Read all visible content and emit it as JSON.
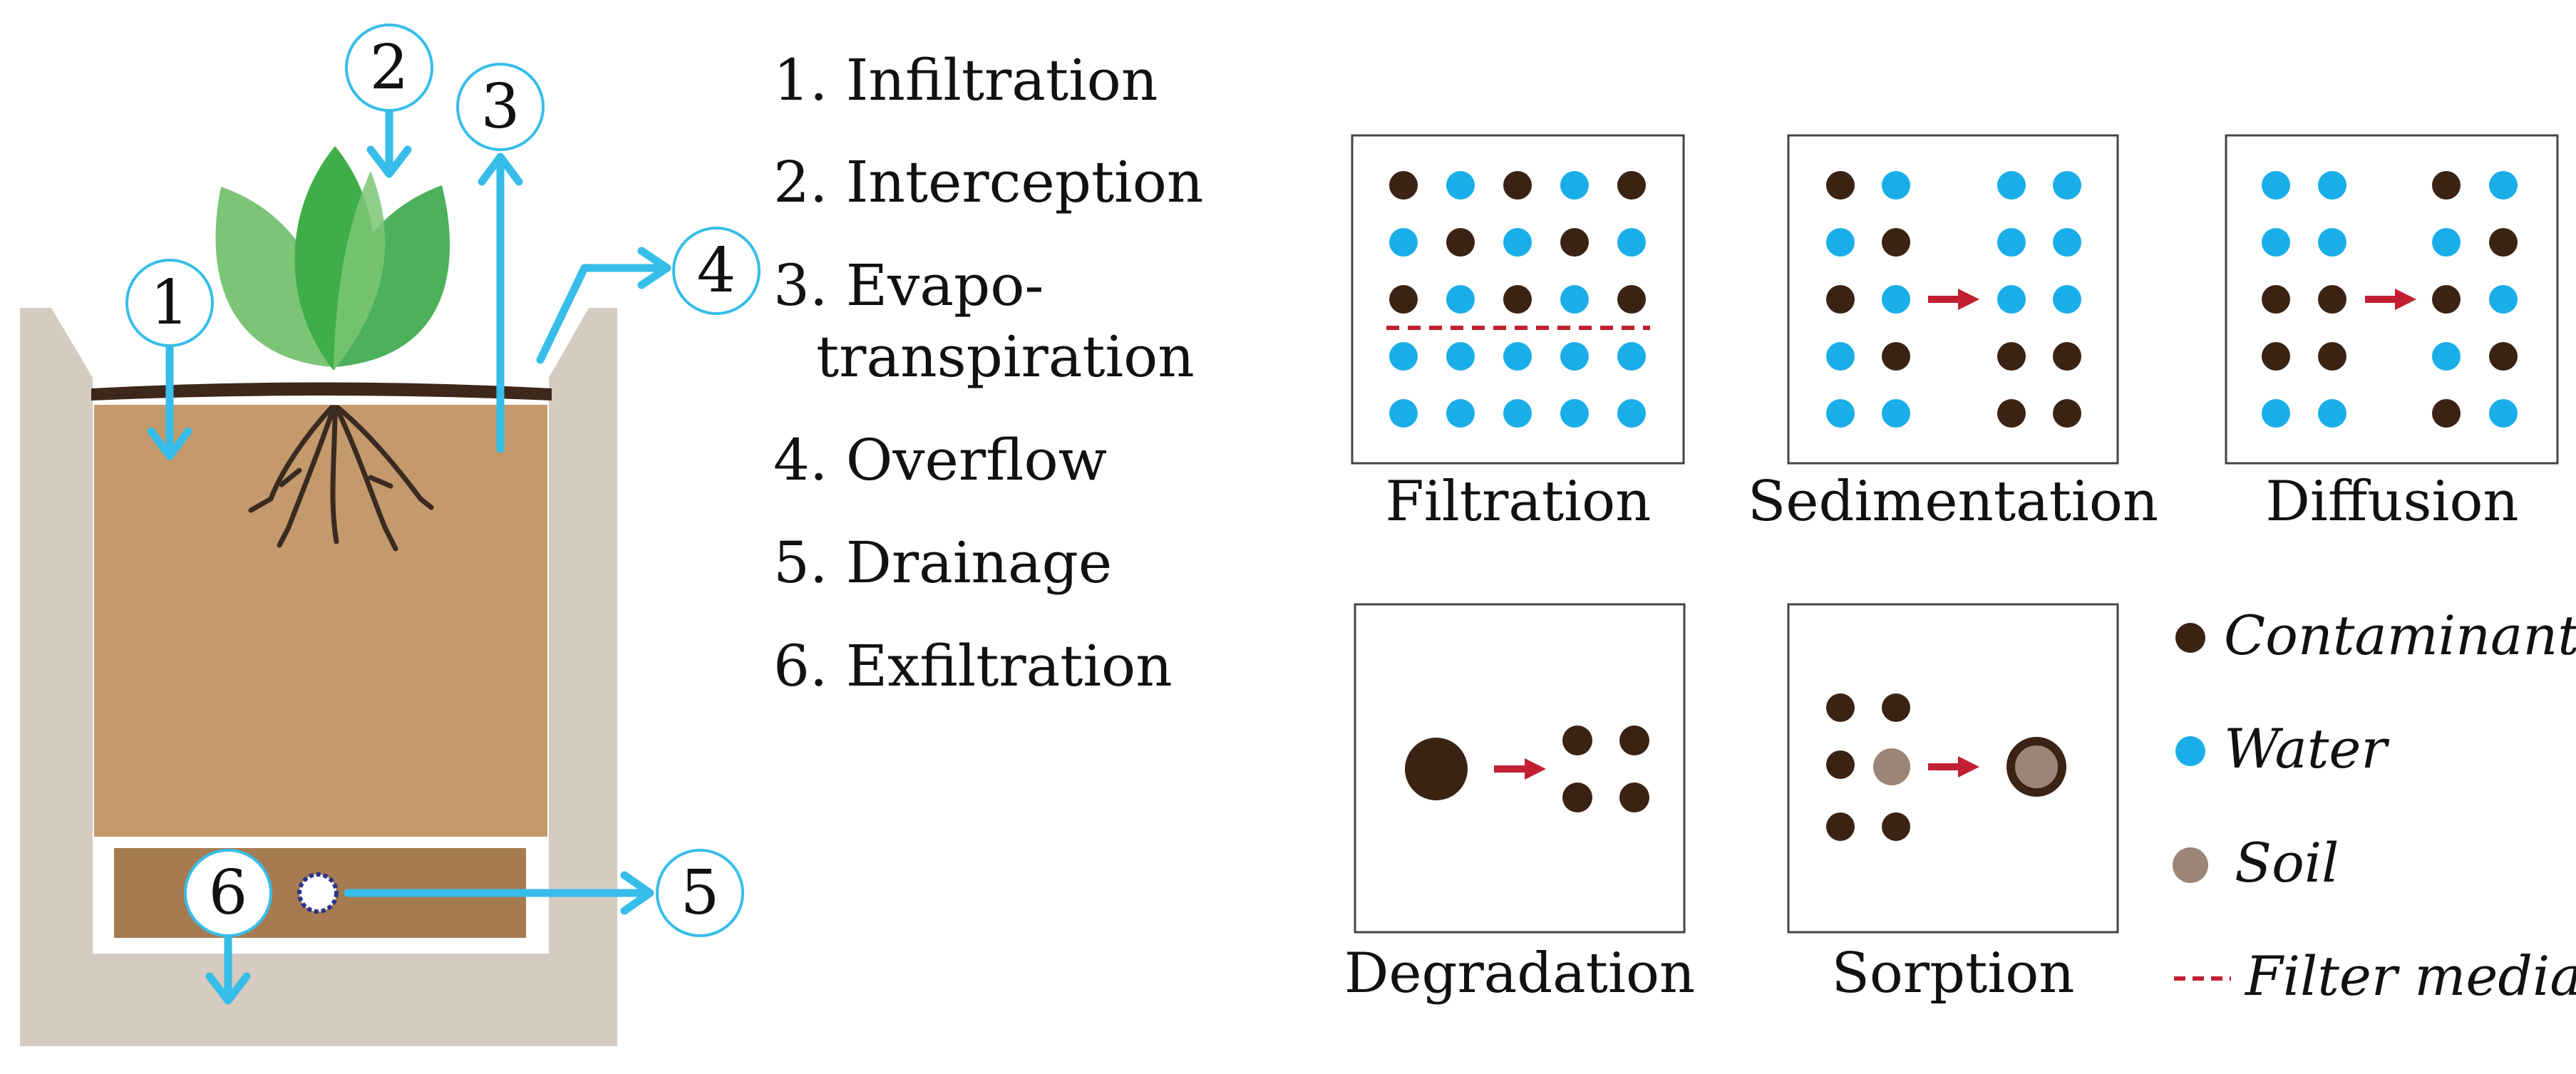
{
  "colors": {
    "contaminant": "#3b2314",
    "water": "#1aaee9",
    "soil": "#9a8576",
    "arrow_red": "#c21f33",
    "flow_blue": "#37bde9",
    "ground": "#d6cbc0",
    "soil_brown": "#c49a6c",
    "gravel_brown": "#a67b52",
    "leaf_dark": "#3fae49",
    "leaf_light": "#7cc576",
    "root": "#3a2a22"
  },
  "bioretention": {
    "markers": [
      "1",
      "2",
      "3",
      "4",
      "5",
      "6"
    ],
    "processes": [
      {
        "lines": [
          "1. Infiltration"
        ]
      },
      {
        "lines": [
          "2. Interception"
        ]
      },
      {
        "lines": [
          "3. Evapo-",
          "transpiration"
        ]
      },
      {
        "lines": [
          "4. Overflow"
        ]
      },
      {
        "lines": [
          "5. Drainage"
        ]
      },
      {
        "lines": [
          "6. Exfiltration"
        ]
      }
    ]
  },
  "mechanisms": [
    {
      "label": "Filtration"
    },
    {
      "label": "Sedimentation"
    },
    {
      "label": "Diffusion"
    },
    {
      "label": "Degradation"
    },
    {
      "label": "Sorption"
    }
  ],
  "legend": [
    {
      "label": "Contaminant",
      "symbol": "contaminant-dot"
    },
    {
      "label": "Water",
      "symbol": "water-dot"
    },
    {
      "label": "Soil",
      "symbol": "soil-dot"
    },
    {
      "label": "Filter media",
      "symbol": "dashed-line"
    }
  ]
}
